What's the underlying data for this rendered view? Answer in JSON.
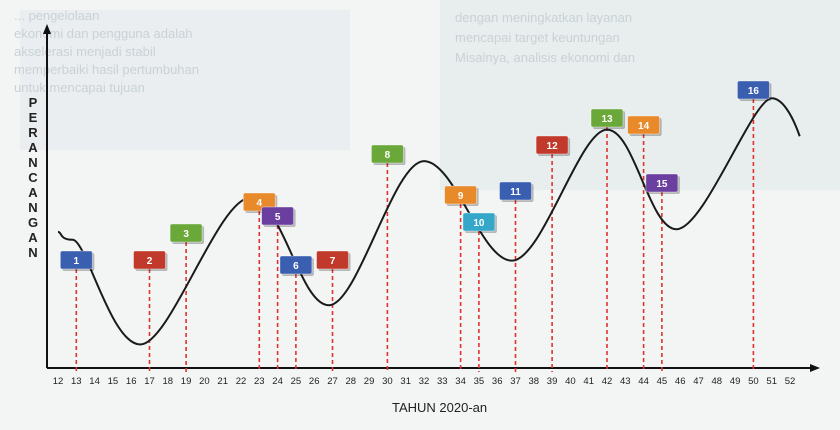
{
  "background_text": [
    "... pengelolaan",
    "ekonomi dan pengguna adalah",
    "akselerasi menjadi stabil",
    "memperbaiki hasil pertumbuhan",
    "untuk mencapai tujuan",
    "dengan meningkatkan layanan",
    "mencapai target keuntungan",
    "Misalnya, analisis ekonomi dan"
  ],
  "chart_data": {
    "type": "line",
    "xlabel": "TAHUN 2020-an",
    "ylabel": "PERANCANGAN",
    "x_ticks": [
      12,
      13,
      14,
      15,
      16,
      17,
      18,
      19,
      20,
      21,
      22,
      23,
      24,
      25,
      26,
      27,
      28,
      29,
      30,
      31,
      32,
      33,
      34,
      35,
      36,
      37,
      38,
      39,
      40,
      41,
      42,
      43,
      44,
      45,
      46,
      47,
      48,
      49,
      50,
      51,
      52
    ],
    "curve": {
      "x": [
        12,
        12.8,
        16.5,
        22.5,
        26.8,
        32,
        36.8,
        42,
        45.8,
        51
      ],
      "y": [
        0.47,
        0.44,
        0.04,
        0.6,
        0.19,
        0.74,
        0.36,
        0.86,
        0.48,
        0.98
      ],
      "color": "#1a1a1a"
    },
    "markers": [
      {
        "label": "1",
        "x": 13,
        "color": "#3a5fb0"
      },
      {
        "label": "2",
        "x": 17,
        "color": "#c0392b"
      },
      {
        "label": "3",
        "x": 19,
        "color": "#6aa83a"
      },
      {
        "label": "4",
        "x": 23,
        "color": "#e98a2a"
      },
      {
        "label": "5",
        "x": 24,
        "color": "#6b3fa0"
      },
      {
        "label": "6",
        "x": 25,
        "color": "#3a5fb0"
      },
      {
        "label": "7",
        "x": 27,
        "color": "#c0392b"
      },
      {
        "label": "8",
        "x": 30,
        "color": "#6aa83a"
      },
      {
        "label": "9",
        "x": 34,
        "color": "#e98a2a"
      },
      {
        "label": "10",
        "x": 35,
        "color": "#35a7c9"
      },
      {
        "label": "11",
        "x": 37,
        "color": "#3a5fb0"
      },
      {
        "label": "12",
        "x": 39,
        "color": "#c0392b"
      },
      {
        "label": "13",
        "x": 42,
        "color": "#6aa83a"
      },
      {
        "label": "14",
        "x": 44,
        "color": "#e98a2a"
      },
      {
        "label": "15",
        "x": 45,
        "color": "#6b3fa0"
      },
      {
        "label": "16",
        "x": 50,
        "color": "#3a5fb0"
      }
    ],
    "guide_line_color": "#e0332f"
  }
}
